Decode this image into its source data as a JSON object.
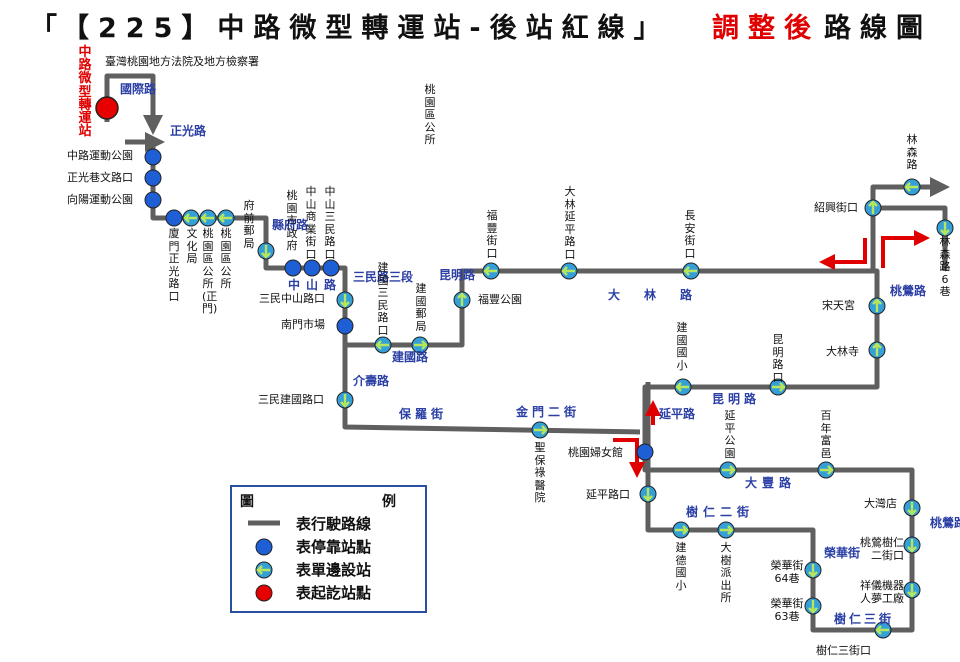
{
  "title": {
    "open": "「",
    "main": "【225】中路微型轉運站-後站紅線」",
    "adjusted": "調整後",
    "tail": "路線圖"
  },
  "colors": {
    "route": "#5f5f5f",
    "stop": "#1f5fd6",
    "start": "#e60000",
    "single_side": "#35a0d8",
    "arrow": "#e00000",
    "road": "#2b3fa5"
  },
  "start_label": "中路微型轉運站",
  "landmarks": {
    "court": "臺灣桃園地方法院及地方檢察署",
    "district_office": "桃園區公所"
  },
  "roads": {
    "guoji": "國際路",
    "zhengguang": "正光路",
    "xianfu": "縣府路",
    "zhongshan": "中山路",
    "sanmin3": "三民路三段",
    "jieshou": "介壽路",
    "jianguo": "建國路",
    "kunming1": "昆明路",
    "dalin": "大　　林　　路",
    "baoluo": "保羅街",
    "jinmen2": "金門二街",
    "yanping": "延平路",
    "kunming2": "昆明路",
    "taoying1": "桃鶯路",
    "dafeng": "大豐路",
    "shuren2": "樹仁二街",
    "ronghua": "榮華街",
    "shuren3": "樹仁三街",
    "taoying2": "桃鶯路"
  },
  "stops": {
    "zhonglu_park": "中路運動公園",
    "zhengguang_lane": "正光巷文路口",
    "xiangyang_park": "向陽運動公園",
    "xiamen_zhengguang": "廈門正光路口",
    "culture_bureau": "文化局",
    "district_office_front": "桃園區公所(正門)",
    "district_office_stop": "桃園區公所",
    "fuqian_post": "府前郵局",
    "city_hall": "桃園市政府",
    "zhongshan_shangye": "中山商業街口",
    "zhongshan_sanmin": "中山三民路口",
    "sanmin_zhongshan": "三民中山路口",
    "nanmen_market": "南門市場",
    "jianguo_sanmin": "建國三民路口",
    "jianguo_post": "建國郵局",
    "sanmin_jianguo": "三民建國路口",
    "fufeng_park": "福豐公園",
    "fufeng_st": "福豐街口",
    "dalin_yanping": "大林延平路口",
    "changan_st": "長安街口",
    "shaoxing_st": "紹興街口",
    "linsen_rd": "林森路",
    "linsen_6": "林森路6巷",
    "songtian_temple": "宋天宮",
    "dalin_temple": "大林寺",
    "jianguo_elem": "建國國小",
    "kunming_rd": "昆明路口",
    "yanping_park": "延平公園",
    "bainian_fuyi": "百年富邑",
    "taoyuan_women": "桃園婦女館",
    "shengbao_hospital": "聖保祿醫院",
    "yanping_rd": "延平路口",
    "jiande_elem": "建德國小",
    "dashu_police": "大樹派出所",
    "dawan_store": "大灣店",
    "taoying_shuren2": "桃鶯樹仁二街口",
    "xiangyi_machine": "祥儀機器人夢工廠",
    "ronghua_64": "榮華街64巷",
    "ronghua_63": "榮華街63巷",
    "shuren3_st": "樹仁三街口"
  },
  "legend": {
    "header_left": "圖",
    "header_right": "例",
    "route": "表行駛路線",
    "stop": "表停靠站點",
    "single_side": "表單邊設站",
    "terminal": "表起訖站點"
  }
}
